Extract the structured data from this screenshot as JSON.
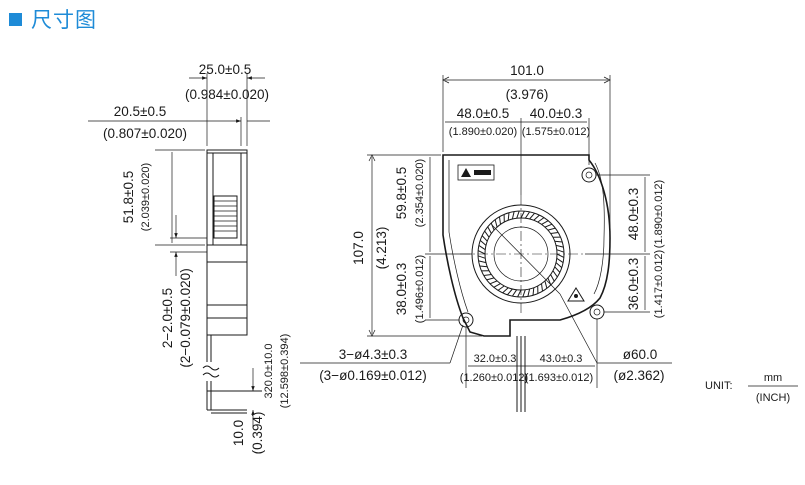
{
  "header": {
    "title": "尺寸图"
  },
  "side_view": {
    "width_mm": "25.0±0.5",
    "width_in": "(0.984±0.020)",
    "offset_mm": "20.5±0.5",
    "offset_in": "(0.807±0.020)",
    "height_mm": "51.8±0.5",
    "height_in": "(2.039±0.020)",
    "tab_mm": "2−2.0±0.5",
    "tab_in": "(2−0.079±0.020)",
    "lead_mm": "320.0±10.0",
    "lead_in": "(12.598±0.394)",
    "strip_mm": "10.0",
    "strip_in": "(0.394)"
  },
  "front_view": {
    "width_mm": "101.0",
    "width_in": "(3.976)",
    "left_mm": "48.0±0.5",
    "left_in": "(1.890±0.020)",
    "right_mm": "40.0±0.3",
    "right_in": "(1.575±0.012)",
    "height_mm": "107.0",
    "height_in": "(4.213)",
    "inner_h_mm": "59.8±0.5",
    "inner_h_in": "(2.354±0.020)",
    "low_left_mm": "38.0±0.3",
    "low_left_in": "(1.496±0.012)",
    "right_top_mm": "48.0±0.3",
    "right_top_in": "(1.890±0.012)",
    "right_bottom_mm": "36.0±0.3",
    "right_bottom_in": "(1.417±0.012)",
    "holes_mm": "3−ø4.3±0.3",
    "holes_in": "(3−ø0.169±0.012)",
    "bottom_left_mm": "32.0±0.3",
    "bottom_left_in": "(1.260±0.012)",
    "bottom_right_mm": "43.0±0.3",
    "bottom_right_in": "(1.693±0.012)",
    "dia_mm": "ø60.0",
    "dia_in": "(ø2.362)"
  },
  "unit": {
    "label": "UNIT:",
    "top": "mm",
    "bottom": "(INCH)"
  },
  "colors": {
    "accent": "#1e8bd7",
    "ink": "#1a1a1a"
  }
}
